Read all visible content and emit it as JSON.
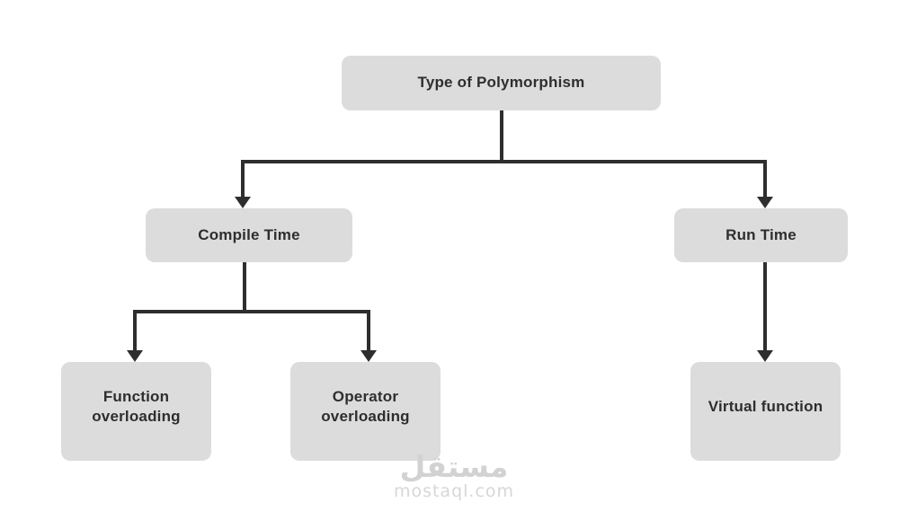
{
  "diagram": {
    "type": "tree",
    "title": "Type of Polymorphism",
    "nodes": [
      {
        "id": "root",
        "label": "Type of Polymorphism"
      },
      {
        "id": "compile-time",
        "label": "Compile Time"
      },
      {
        "id": "run-time",
        "label": "Run Time"
      },
      {
        "id": "function-overloading",
        "label": "Function overloading"
      },
      {
        "id": "operator-overloading",
        "label": "Operator overloading"
      },
      {
        "id": "virtual-function",
        "label": "Virtual function"
      }
    ],
    "edges": [
      {
        "from": "root",
        "to": "compile-time"
      },
      {
        "from": "root",
        "to": "run-time"
      },
      {
        "from": "compile-time",
        "to": "function-overloading"
      },
      {
        "from": "compile-time",
        "to": "operator-overloading"
      },
      {
        "from": "run-time",
        "to": "virtual-function"
      }
    ]
  },
  "watermark": {
    "arabic": "مستقل",
    "latin": "mostaql.com"
  },
  "colors": {
    "background": "#ffffff",
    "node_fill": "#dcdcdc",
    "node_text": "#2e2e2e",
    "connector": "#2e2e2e",
    "watermark": "#d2d2d2"
  }
}
